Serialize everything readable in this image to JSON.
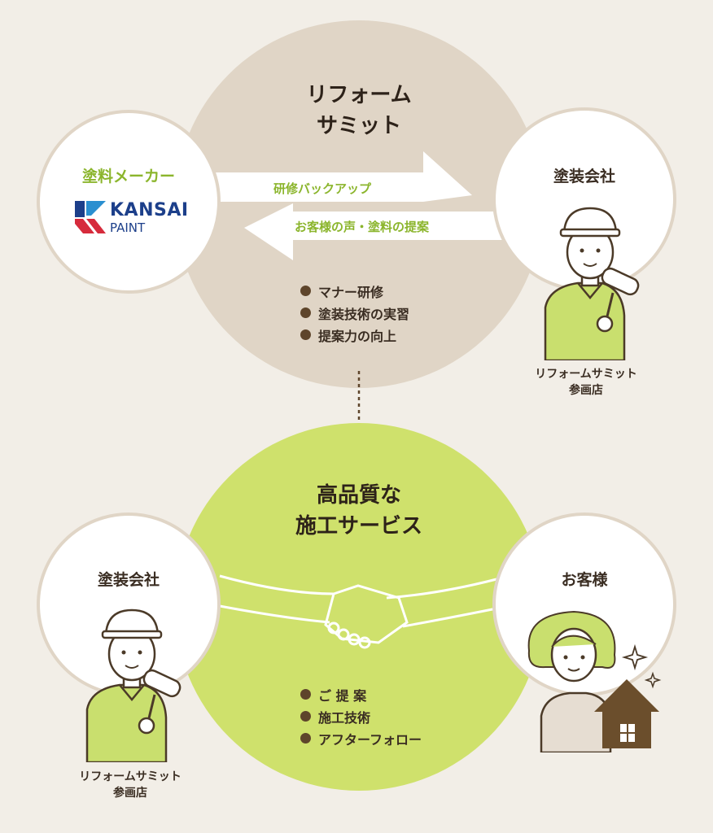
{
  "top": {
    "title_line1": "リフォーム",
    "title_line2": "サミット",
    "bullets": [
      "マナー研修",
      "塗装技術の実習",
      "提案力の向上"
    ]
  },
  "maker": {
    "title": "塗料メーカー",
    "logo_line1": "KANSAI",
    "logo_line2": "PAINT"
  },
  "arrows": {
    "to_company": "研修バックアップ",
    "to_maker": "お客様の声・塗料の提案"
  },
  "company_top": {
    "title": "塗装会社",
    "caption_line1": "リフォームサミット",
    "caption_line2": "参画店"
  },
  "bottom": {
    "title_line1": "高品質な",
    "title_line2": "施工サービス",
    "bullets": [
      "ご 提 案",
      "施工技術",
      "アフターフォロー"
    ]
  },
  "company_bottom": {
    "title": "塗装会社",
    "caption_line1": "リフォームサミット",
    "caption_line2": "参画店"
  },
  "customer": {
    "title": "お客様"
  },
  "colors": {
    "background": "#f2eee7",
    "tan": "#e0d5c6",
    "green": "#cfe16c",
    "accent_text": "#8bb52c",
    "brown": "#5e452b"
  }
}
